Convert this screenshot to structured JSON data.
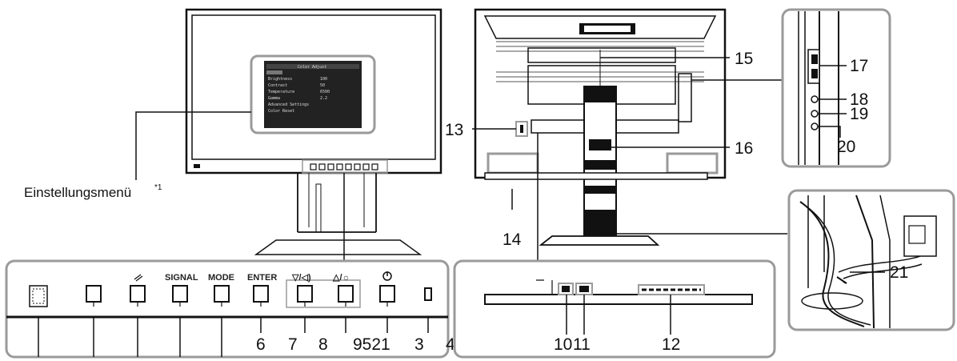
{
  "menu_label": "Einstellungsmenü",
  "menu_footnote": "*1",
  "button_labels": {
    "signal": "SIGNAL",
    "mode": "MODE",
    "enter": "ENTER",
    "down_volume": "▽/◁)",
    "up_brightness": "△/☼"
  },
  "front_callouts": {
    "enter": "6",
    "down": "7",
    "up": "8",
    "power_group": "9521",
    "led": "3",
    "edge": "4"
  },
  "bottom_callouts": {
    "left_port": "10",
    "right_port": "11",
    "label_plate": "12"
  },
  "rear_callouts": {
    "lock_slot": "13",
    "base": "14",
    "handle": "15",
    "stand": "16",
    "usb": "17",
    "port_18": "18",
    "port_19": "19",
    "port_20": "20",
    "cable_holder": "21"
  },
  "colors": {
    "line": "#111111",
    "panel_border": "#9a9a9a",
    "screen": "#222222"
  }
}
